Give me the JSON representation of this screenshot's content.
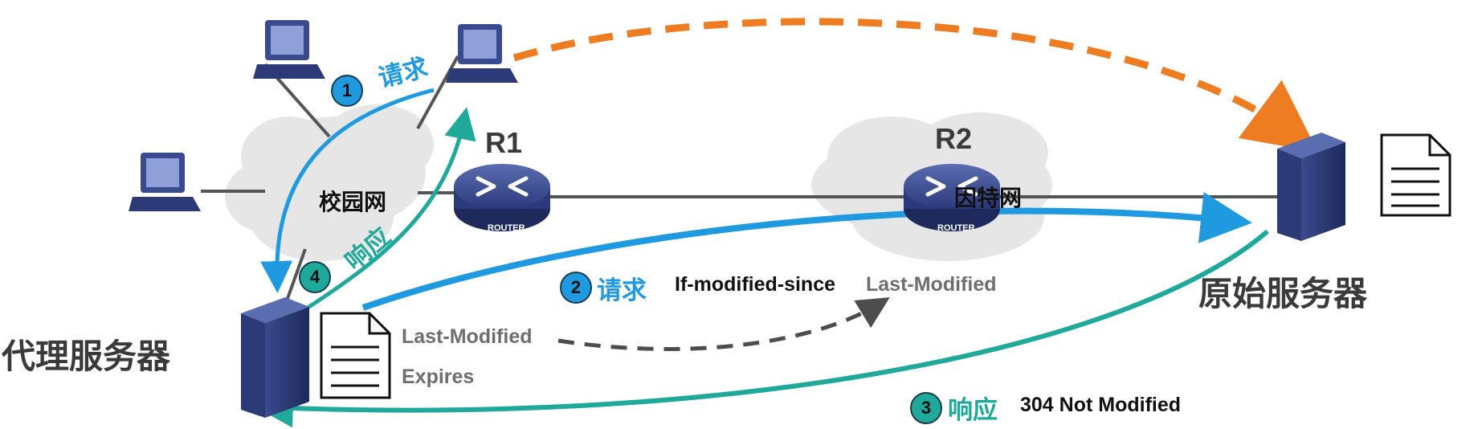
{
  "nodes": {
    "proxy_server": "代理服务器",
    "origin_server": "原始服务器",
    "router1": "R1",
    "router2": "R2",
    "router_tag": "ROUTER",
    "campus_net": "校园网",
    "internet": "因特网"
  },
  "cache_doc_fields": [
    "Last-Modified",
    "Expires"
  ],
  "steps": [
    {
      "num": "1",
      "label": "请求"
    },
    {
      "num": "2",
      "label": "请求",
      "header": "If-modified-since",
      "value": "Last-Modified"
    },
    {
      "num": "3",
      "label": "响应",
      "status": "304 Not Modified"
    },
    {
      "num": "4",
      "label": "响应"
    }
  ],
  "colors": {
    "request_blue": "#1f9ae0",
    "response_teal": "#1fa99a",
    "direct_orange": "#ee7d22",
    "dashed_gray": "#4d4d4d",
    "device_navy": "#2c3a78"
  }
}
